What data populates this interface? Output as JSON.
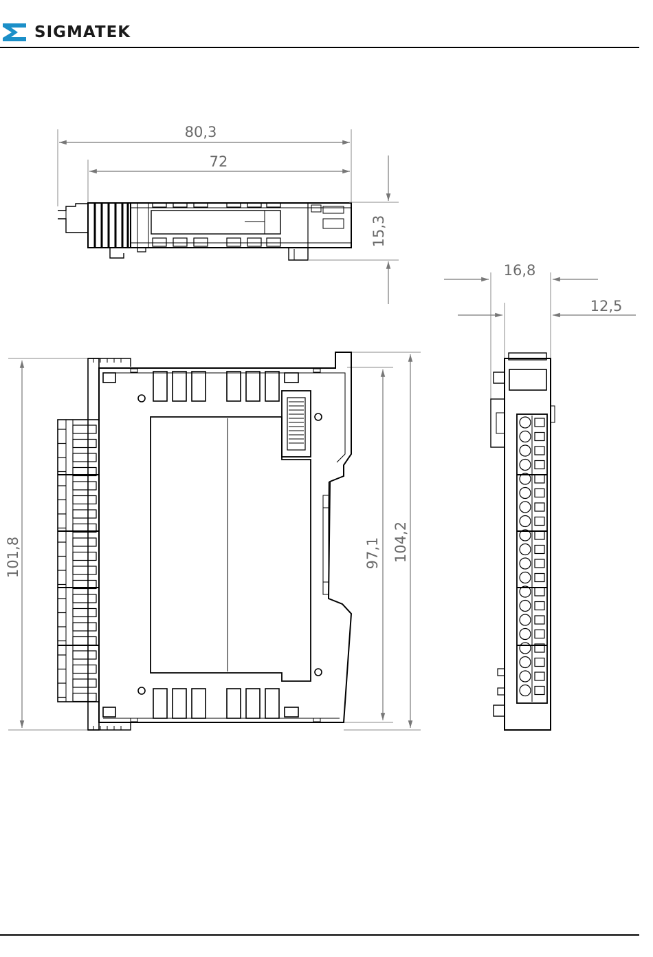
{
  "header": {
    "brand": "SIGMATEK",
    "logo_icon": "sigmatek-s-logo-icon",
    "brand_color": "#1b8fc8"
  },
  "drawing": {
    "dimensions": {
      "top_overall_width": "80,3",
      "top_body_width": "72",
      "top_height": "15,3",
      "side_width": "16,8",
      "side_offset": "12,5",
      "front_height_left": "101,8",
      "front_height_inner": "97,1",
      "front_height_outer": "104,2"
    }
  }
}
